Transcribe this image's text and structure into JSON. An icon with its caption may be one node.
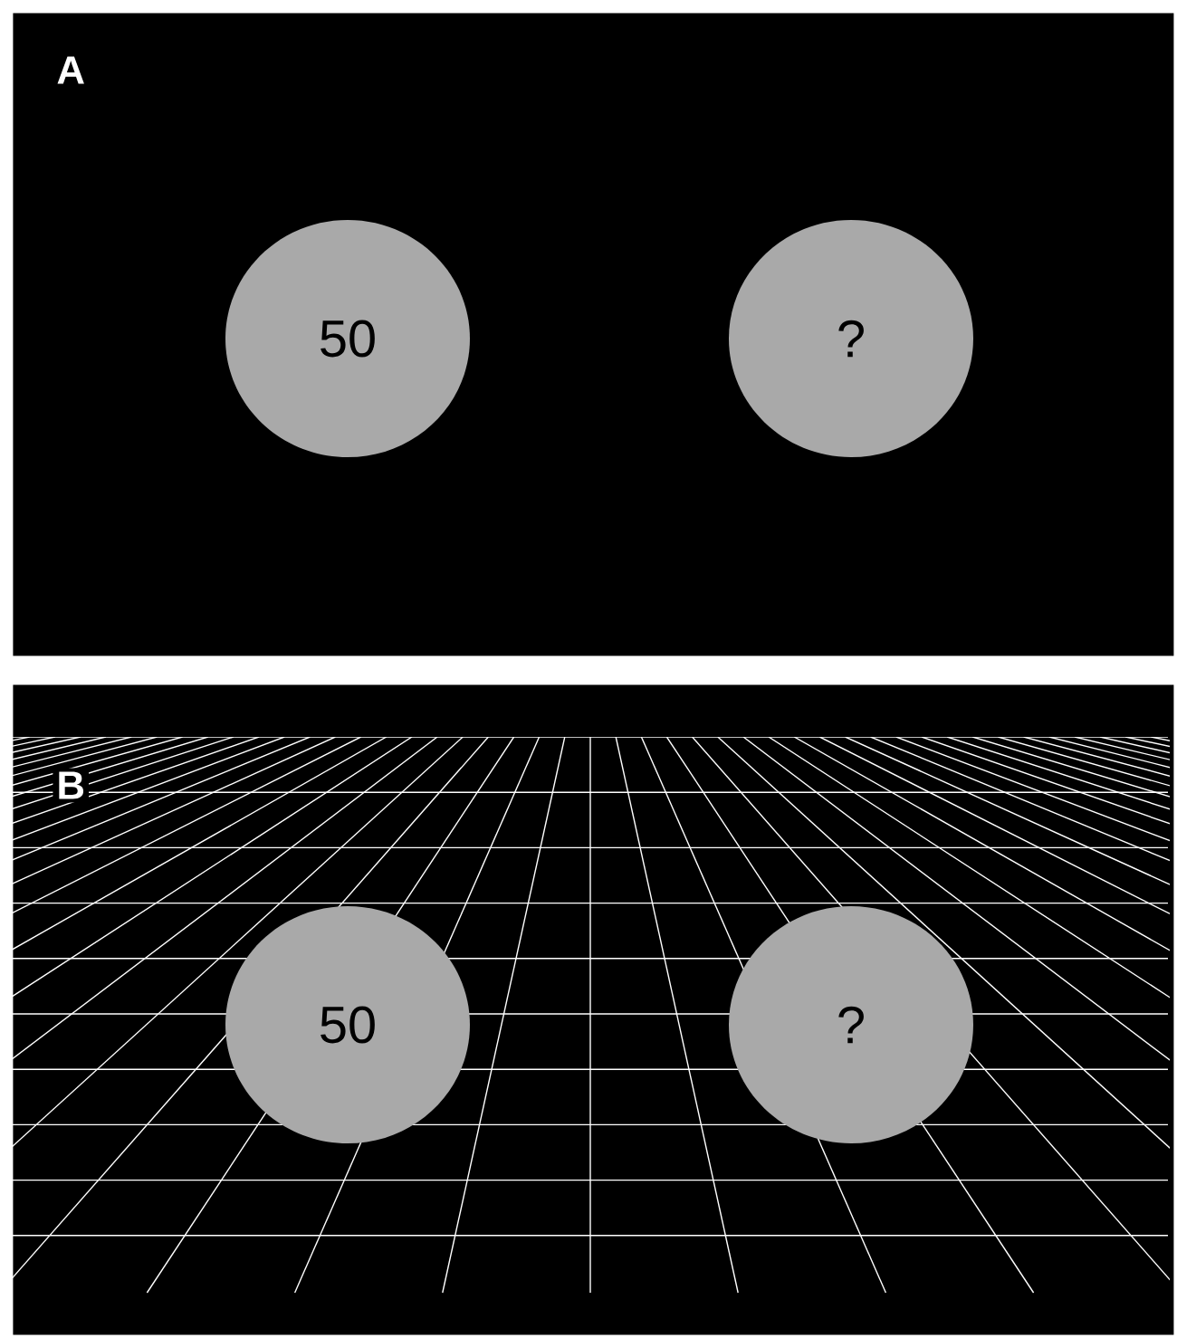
{
  "diagram": {
    "nodes": [
      {
        "text": [
          "A"
        ]
      },
      {
        "text": [
          "50"
        ],
        "in": 0
      },
      {
        "text": [
          "?"
        ],
        "in": 0
      },
      {
        "text": [
          "B"
        ]
      },
      {
        "text": [
          "50"
        ],
        "in": 3
      },
      {
        "text": [
          "?"
        ],
        "in": 3
      }
    ]
  }
}
